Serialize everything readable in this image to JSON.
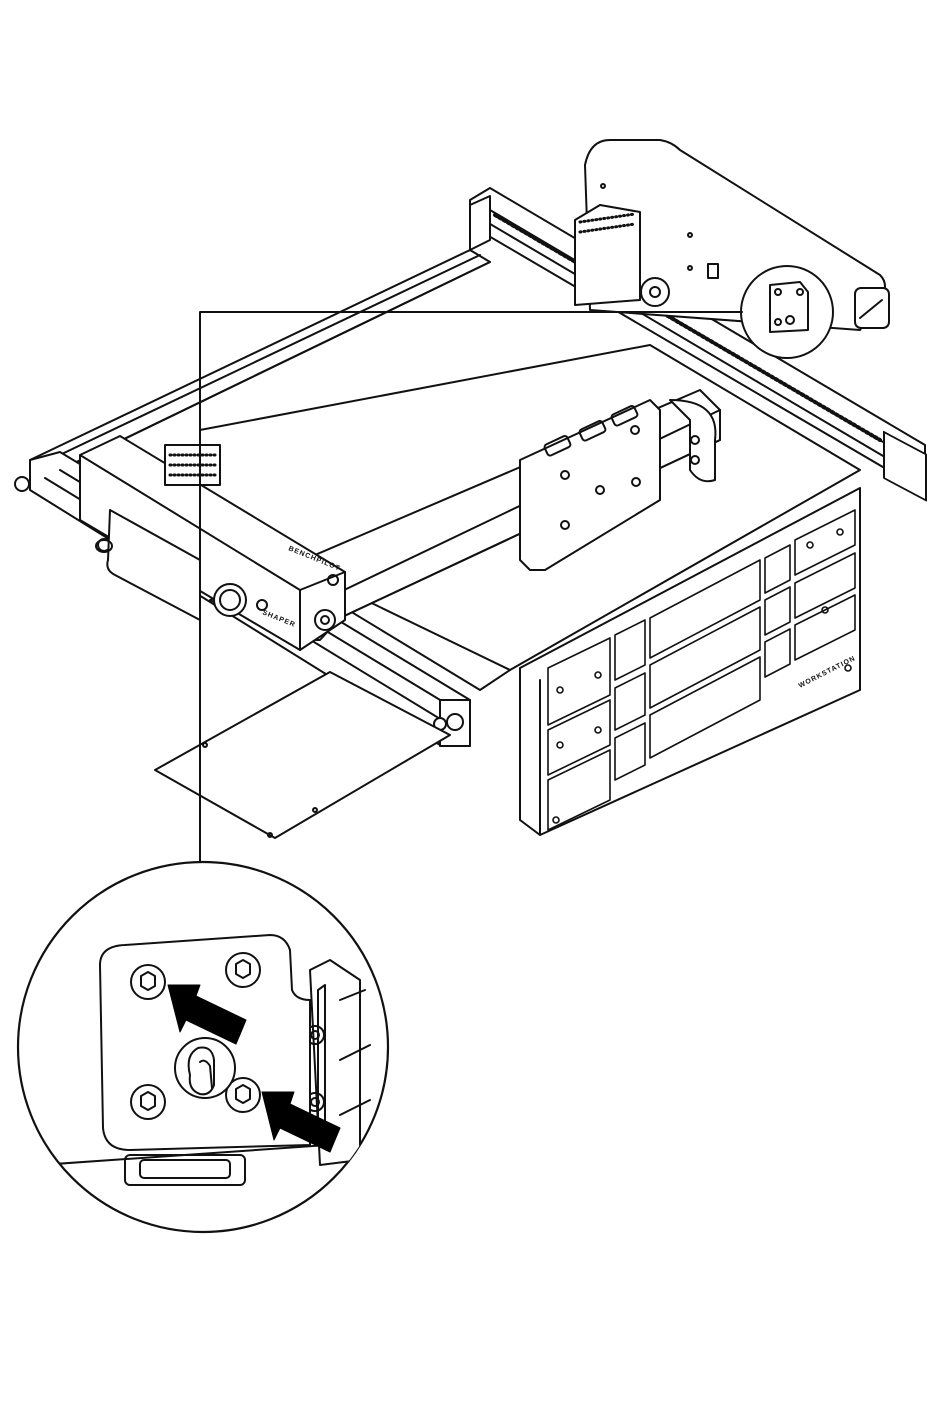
{
  "illustration": {
    "background": "#ffffff",
    "line_color": "#111111",
    "arrow_color": "#000000",
    "labels": {
      "benchpilot": "BENCHPILOT",
      "shaper": "SHAPER",
      "workstation": "WORKSTATION"
    }
  },
  "detail_view": {
    "callout_shape": "circle",
    "arrow_count": 2
  }
}
